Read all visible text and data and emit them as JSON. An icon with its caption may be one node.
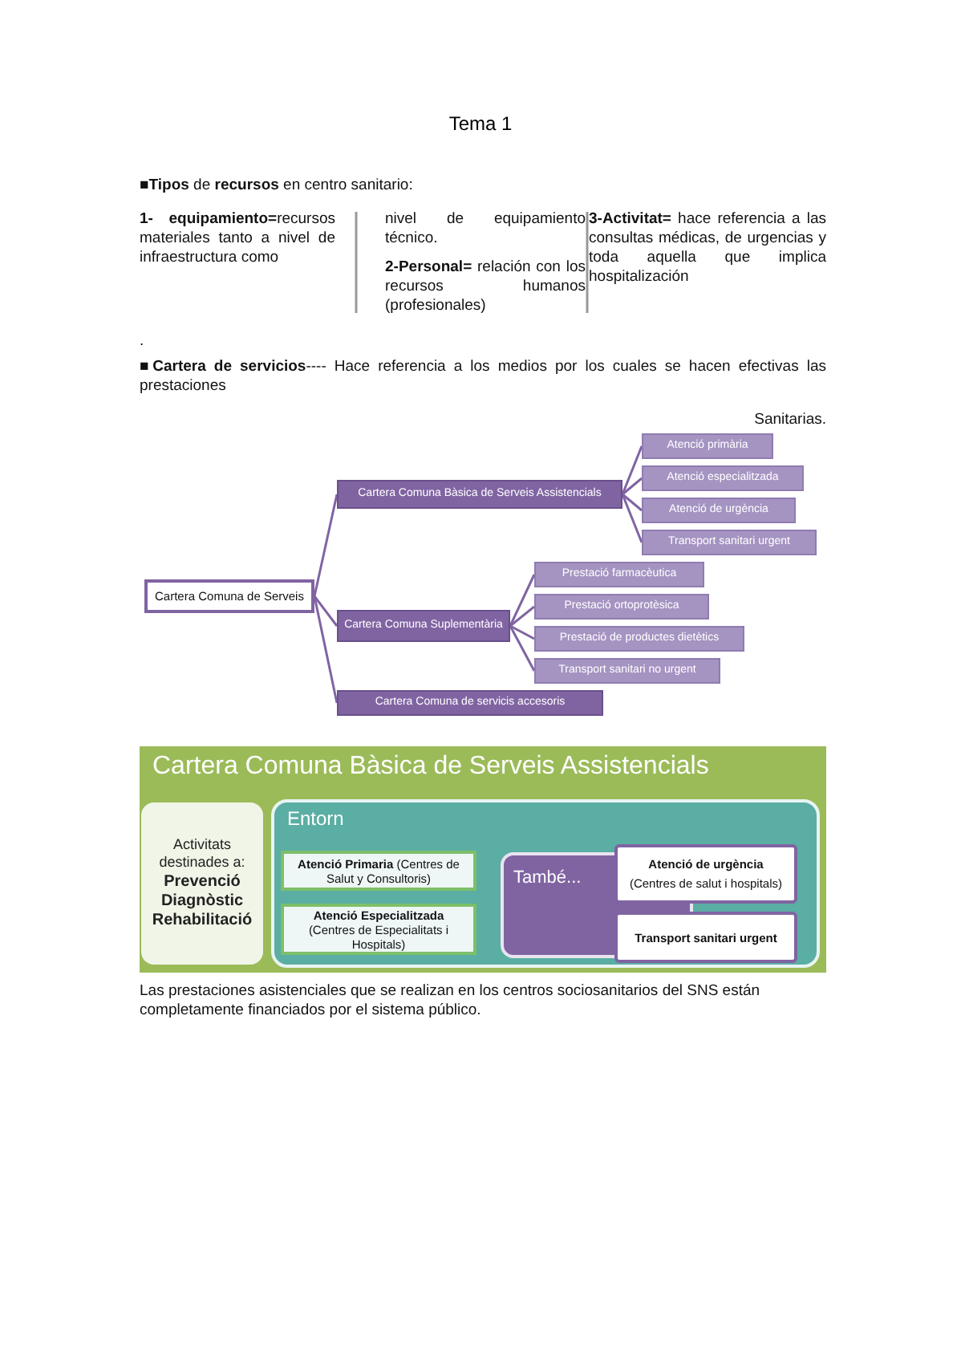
{
  "diagram": {
    "title": "Tema 1",
    "nodes": [
      {
        "text": [
          "Cartera Comuna de Serveis"
        ]
      },
      {
        "text": [
          "Cartera Comuna Bàsica de Serveis Assistencials"
        ]
      },
      {
        "text": [
          "Atenció primària"
        ]
      },
      {
        "text": [
          "Atenció especialitzada"
        ]
      },
      {
        "text": [
          "Atenció de urgència"
        ]
      },
      {
        "text": [
          "Transport sanitari urgent"
        ]
      },
      {
        "text": [
          "Cartera Comuna Suplementària"
        ]
      },
      {
        "text": [
          "Prestació farmacèutica"
        ]
      },
      {
        "text": [
          "Prestació ortoprotèsica"
        ]
      },
      {
        "text": [
          "Prestació de productes dietètics"
        ]
      },
      {
        "text": [
          "Transport sanitari no urgent"
        ]
      },
      {
        "text": [
          "Cartera Comuna de servicis accesoris"
        ]
      },
      {
        "text": [
          "Cartera Comuna Bàsica de Serveis Assistencials"
        ]
      },
      {
        "text": [
          "Activitats destinades a:",
          "Prevenció Diagnòstic Rehabilitació"
        ],
        "in": 12
      },
      {
        "text": [
          "Entorn"
        ],
        "in": 12
      },
      {
        "text": [
          "**Atenció Primaria** (Centres de Salut y Consultoris)"
        ],
        "in": 14
      },
      {
        "text": [
          "Atenció Especialitzada",
          "(Centres de Especialitats i Hospitals)"
        ],
        "in": 14
      },
      {
        "text": [
          "També..."
        ],
        "in": 14
      },
      {
        "text": [
          "Atenció de urgència",
          "(Centres de salut i hospitals)"
        ],
        "in": 14
      },
      {
        "text": [
          "Transport sanitari urgent"
        ],
        "in": 14
      }
    ],
    "edges": [
      {
        "from": 0,
        "to": 1,
        "arrow": "none"
      },
      {
        "from": 0,
        "to": 6,
        "arrow": "none"
      },
      {
        "from": 0,
        "to": 11,
        "arrow": "none"
      },
      {
        "from": 1,
        "to": 2,
        "arrow": "none"
      },
      {
        "from": 1,
        "to": 3,
        "arrow": "none"
      },
      {
        "from": 1,
        "to": 4,
        "arrow": "none"
      },
      {
        "from": 1,
        "to": 5,
        "arrow": "none"
      },
      {
        "from": 6,
        "to": 7,
        "arrow": "none"
      },
      {
        "from": 6,
        "to": 8,
        "arrow": "none"
      },
      {
        "from": 6,
        "to": 9,
        "arrow": "none"
      },
      {
        "from": 6,
        "to": 10,
        "arrow": "none"
      }
    ],
    "labels": [
      "■**Tipos** de **recursos** en centro sanitario:",
      "**1- equipamiento=**recursos materiales tanto a nivel de infraestructura como",
      "nivel de equipamiento técnico.",
      "**2-Personal=** relación con los recursos humanos (profesionales)",
      "**3-Activitat=** hace referencia a las consultas médicas, de urgencias y toda aquella que implica hospitalización",
      ".",
      "■**Cartera de servicios**---- Hace referencia a los medios por los cuales se hacen efectivas las prestaciones",
      "Sanitarias.",
      "Las prestaciones asistenciales que se realizan en los centros sociosanitarios del SNS están completamente financiados por el sistema público."
    ]
  }
}
